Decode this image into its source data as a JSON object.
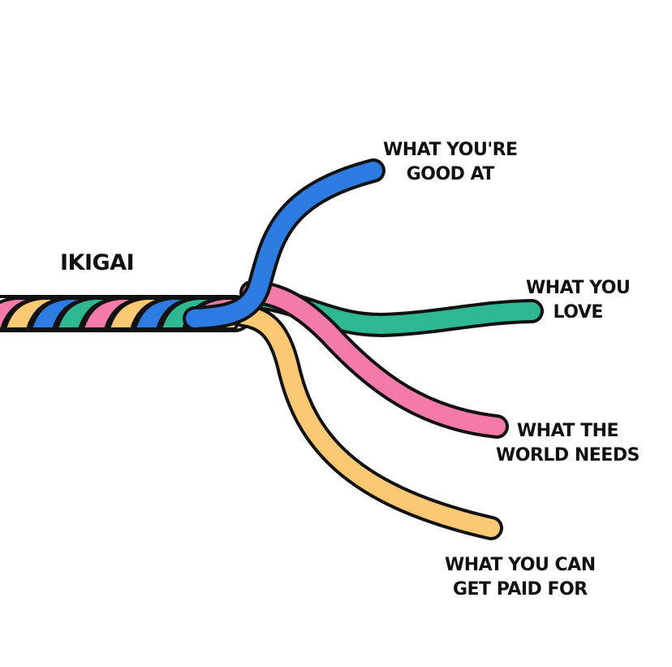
{
  "title": "IKIGAI",
  "strands": [
    {
      "key": "good",
      "lines": [
        "WHAT YOU'RE",
        "GOOD AT"
      ],
      "color": "#2b7be0"
    },
    {
      "key": "love",
      "lines": [
        "WHAT YOU",
        "LOVE"
      ],
      "color": "#2db892"
    },
    {
      "key": "world",
      "lines": [
        "WHAT THE",
        "WORLD NEEDS"
      ],
      "color": "#f47aa9"
    },
    {
      "key": "paid",
      "lines": [
        "WHAT YOU CAN",
        "GET PAID FOR"
      ],
      "color": "#fbc874"
    }
  ],
  "outline_color": "#111111"
}
